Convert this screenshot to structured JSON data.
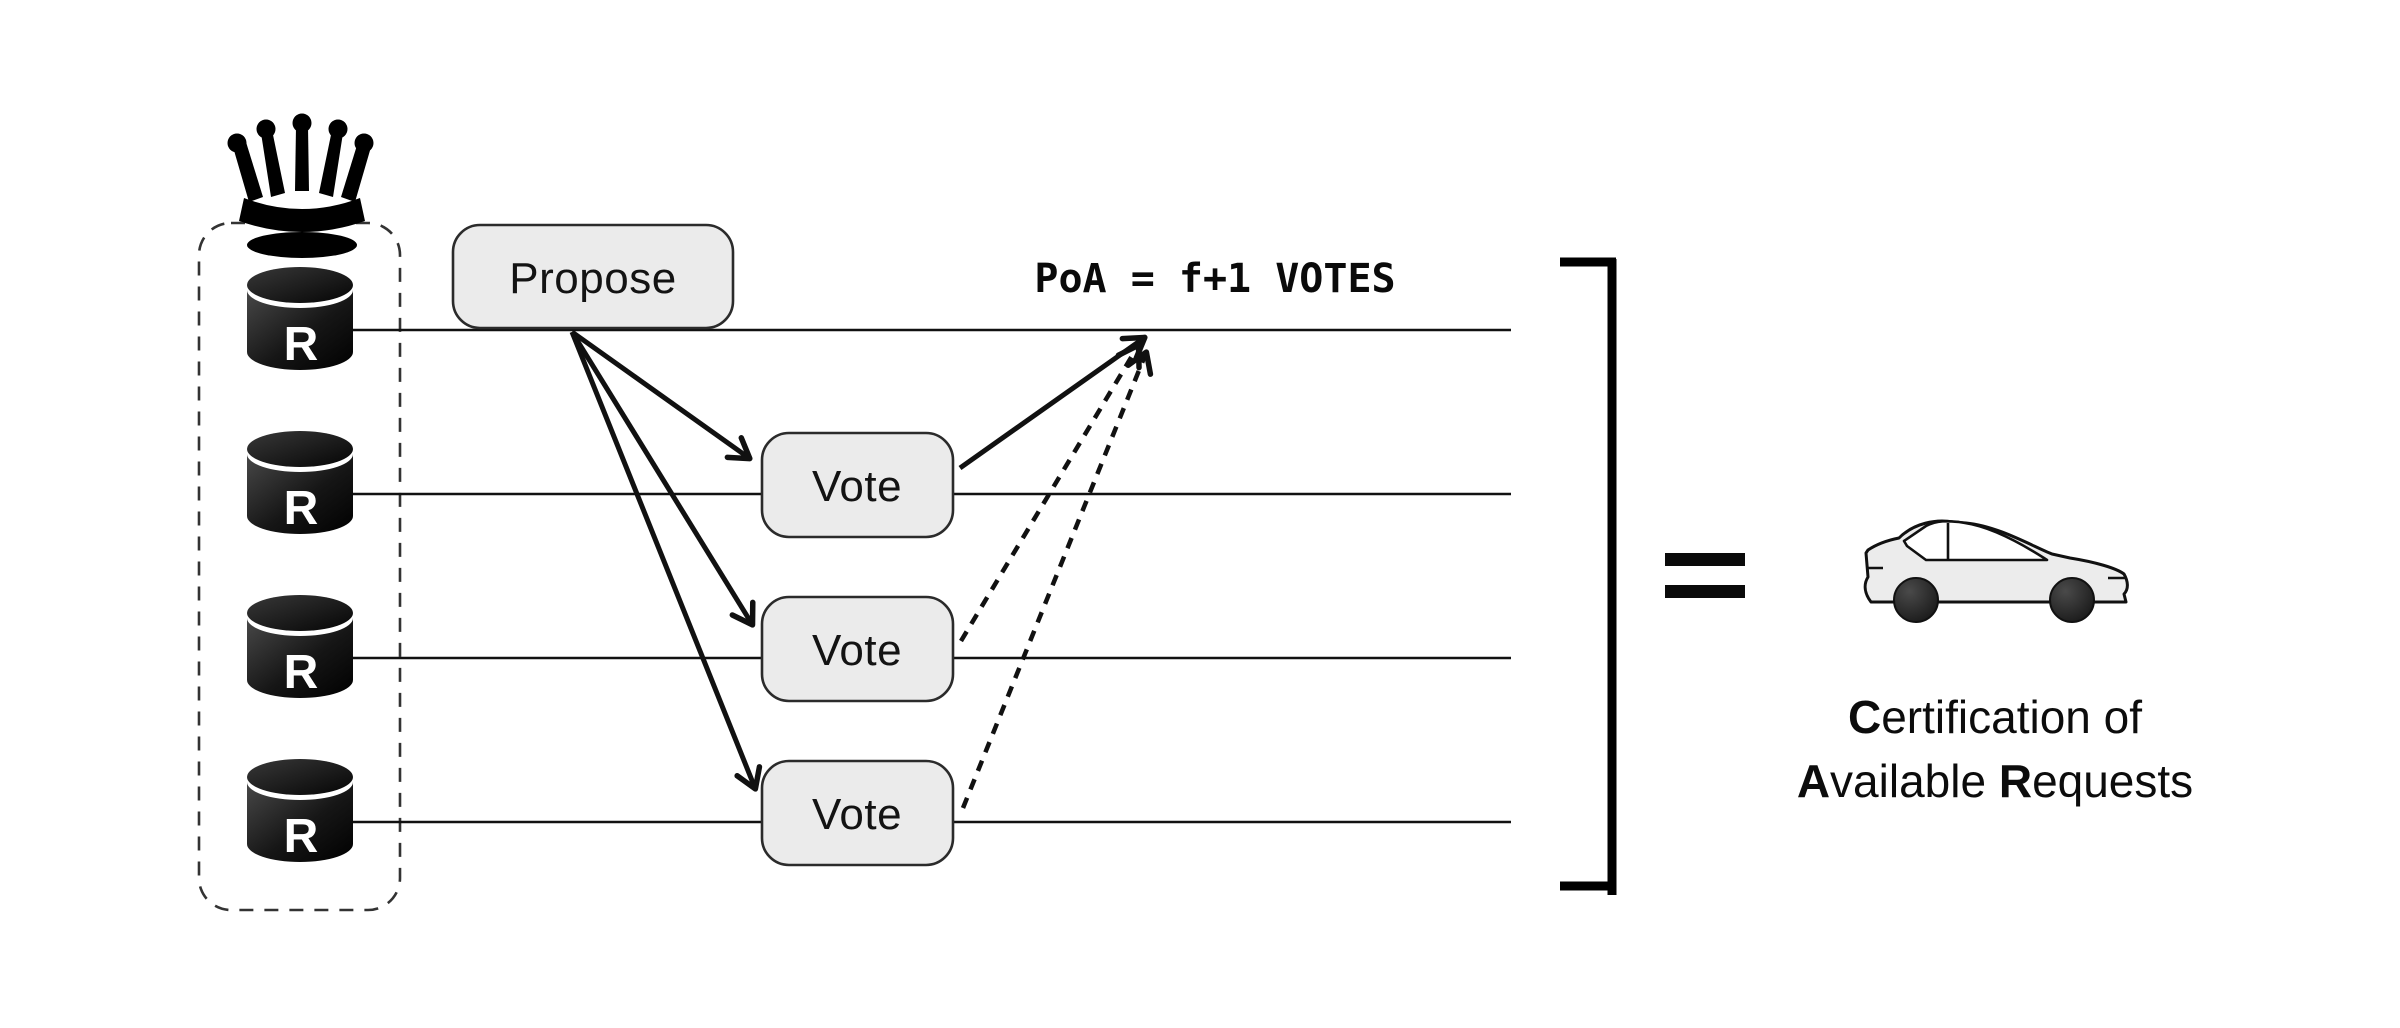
{
  "diagram": {
    "icons": {
      "leader": "crown-icon",
      "replica": "database-icon",
      "result": "car-icon"
    },
    "colors": {
      "background": "#ffffff",
      "box_fill": "#ebebeb",
      "box_border": "#2b2b2b",
      "line": "#111111",
      "shape_black": "#000000",
      "car_fill": "#ececec"
    },
    "replica_labels": [
      "R",
      "R",
      "R",
      "R"
    ],
    "propose_label": "Propose",
    "vote_labels": [
      "Vote",
      "Vote",
      "Vote"
    ],
    "poa_label": "PoA = f+1 VOTES",
    "equals_symbol": "=",
    "caption": {
      "line1_bold": "C",
      "line1_rest": "ertification of",
      "line2_bold_a": "A",
      "line2_mid": "vailable ",
      "line2_bold_r": "R",
      "line2_rest": "equests"
    }
  }
}
